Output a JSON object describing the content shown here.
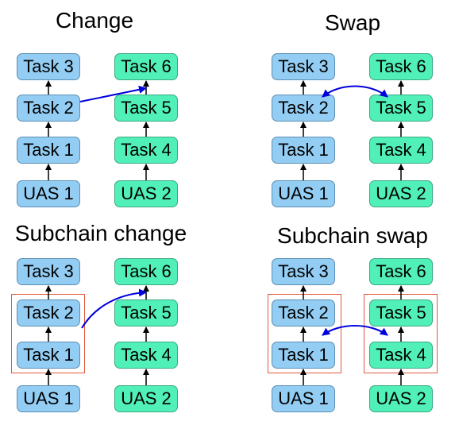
{
  "panels": [
    {
      "title": "Change",
      "left": [
        "UAS 1",
        "Task 1",
        "Task 2",
        "Task 3"
      ],
      "right": [
        "UAS 2",
        "Task 4",
        "Task 5",
        "Task 6"
      ]
    },
    {
      "title": "Swap",
      "left": [
        "UAS 1",
        "Task 1",
        "Task 2",
        "Task 3"
      ],
      "right": [
        "UAS 2",
        "Task 4",
        "Task 5",
        "Task 6"
      ]
    },
    {
      "title": "Subchain change",
      "left": [
        "UAS 1",
        "Task 1",
        "Task 2",
        "Task 3"
      ],
      "right": [
        "UAS 2",
        "Task 4",
        "Task 5",
        "Task 6"
      ]
    },
    {
      "title": "Subchain swap",
      "left": [
        "UAS 1",
        "Task 1",
        "Task 2",
        "Task 3"
      ],
      "right": [
        "UAS 2",
        "Task 4",
        "Task 5",
        "Task 6"
      ]
    }
  ],
  "colors": {
    "uas1_chain": "#93cdf3",
    "uas2_chain": "#50f0b8",
    "link_arrow": "#0000dd",
    "group_box": "#e05a3f",
    "chain_arrow": "#000000"
  }
}
